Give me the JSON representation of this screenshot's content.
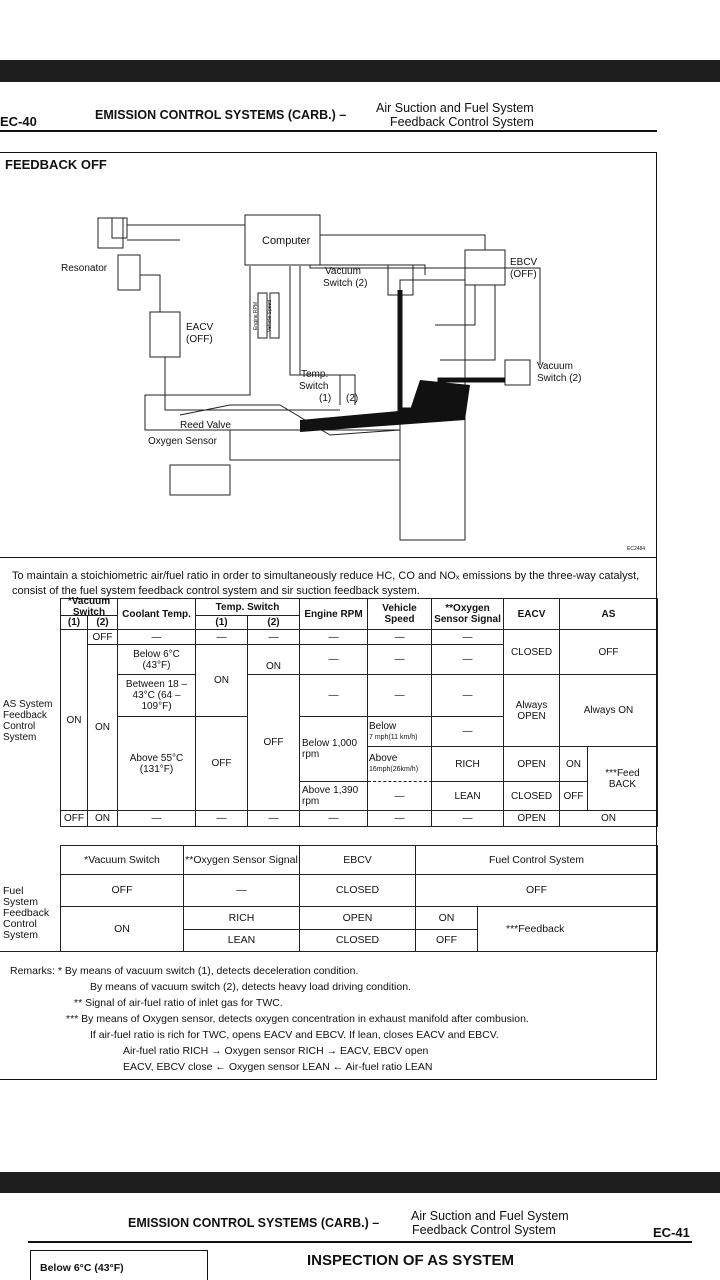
{
  "page1": {
    "page_number": "EC-40",
    "title": "EMISSION CONTROL SYSTEMS (CARB.) –",
    "subtitle_line1": "Air Suction and Fuel System",
    "subtitle_line2": "Feedback Control System",
    "section_title": "FEEDBACK OFF",
    "diagram": {
      "computer": "Computer",
      "resonator": "Resonator",
      "eacv": "EACV",
      "eacv_state": "(OFF)",
      "ebcv": "EBCV",
      "ebcv_state": "(OFF)",
      "vacuum_switch_2a": "Vacuum",
      "vacuum_switch_2b": "Switch (2)",
      "vacuum_switch_r1": "Vacuum",
      "vacuum_switch_r2": "Switch (2)",
      "temp_switch1": "Temp.",
      "temp_switch2": "Switch",
      "temp_switch3": "(1)",
      "temp_switch4": "(2)",
      "reed_valve": "Reed Valve",
      "oxygen_sensor": "Oxygen Sensor",
      "engine_rpm": "Engine RPM",
      "vehicle_speed": "Vehicle Speed",
      "figure_code": "EC2484"
    },
    "intro": "To maintain a stoichiometric air/fuel ratio in order to simultaneously reduce HC, CO and NOₓ emissions by the three-way catalyst, consist of the fuel system feedback control system and sir suction feedback system.",
    "as_table": {
      "row_label": "AS System Feedback Control System",
      "headers": {
        "vacuum_switch": "*Vacuum Switch",
        "vs1": "(1)",
        "vs2": "(2)",
        "coolant": "Coolant Temp.",
        "temp_switch": "Temp. Switch",
        "ts1": "(1)",
        "ts2": "(2)",
        "rpm": "Engine RPM",
        "speed": "Vehicle Speed",
        "o2": "**Oxygen Sensor Signal",
        "eacv": "EACV",
        "as": "AS"
      },
      "cells": {
        "on": "ON",
        "off": "OFF",
        "dash": "—",
        "below6": "Below 6°C (43°F)",
        "between": "Between 18 – 43°C (64 – 109°F)",
        "above55": "Above 55°C (131°F)",
        "below1000": "Below 1,000 rpm",
        "above1390": "Above 1,390 rpm",
        "below7": "Below",
        "below7b": "7 mph(11 km/h)",
        "above16": "Above",
        "above16b": "16mph(26km/h)",
        "rich": "RICH",
        "lean": "LEAN",
        "closed": "CLOSED",
        "open": "OPEN",
        "always_open": "Always OPEN",
        "always_on": "Always ON",
        "feedback": "***Feed BACK"
      }
    },
    "fuel_table": {
      "row_label": "Fuel System Feedback Control System",
      "headers": [
        "*Vacuum Switch",
        "**Oxygen Sensor Signal",
        "EBCV",
        "Fuel Control System"
      ],
      "off_row": [
        "OFF",
        "—",
        "CLOSED",
        "OFF"
      ],
      "on_label": "ON",
      "rich_row": [
        "RICH",
        "OPEN",
        "ON"
      ],
      "lean_row": [
        "LEAN",
        "CLOSED",
        "OFF"
      ],
      "feedback": "***Feedback"
    },
    "remarks": [
      "Remarks:   * By means of vacuum switch (1), detects deceleration condition.",
      "By means of vacuum switch (2), detects heavy load driving condition.",
      "** Signal of air-fuel ratio of inlet gas for TWC.",
      "*** By means of Oxygen sensor, detects oxygen concentration in exhaust manifold after combusion.",
      "If air-fuel ratio is rich for TWC, opens EACV and EBCV. If lean, closes EACV and EBCV.",
      "Air-fuel ratio RICH → Oxygen sensor RICH → EACV, EBCV open",
      "EACV, EBCV close ← Oxygen sensor LEAN ← Air-fuel ratio LEAN"
    ]
  },
  "page2": {
    "page_number": "EC-41",
    "title": "EMISSION CONTROL SYSTEMS (CARB.) –",
    "subtitle_line1": "Air Suction and Fuel System",
    "subtitle_line2": "Feedback Control System",
    "figure_label": "Below 6°C (43°F)",
    "section_title": "INSPECTION OF AS SYSTEM"
  }
}
